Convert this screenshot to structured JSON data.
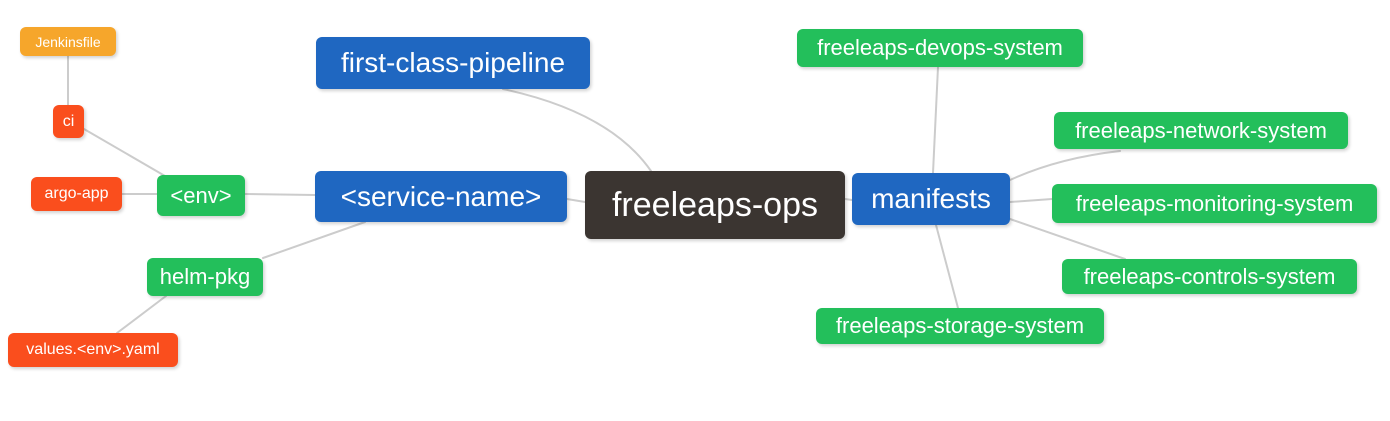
{
  "diagram": {
    "palette": {
      "level0": "#3b3531",
      "level1": "#1f67c1",
      "level2": "#23bf5b",
      "level3": "#fa4e1d",
      "level4": "#f6a62b",
      "edge": "#cccccc",
      "text": "#ffffff",
      "background": "#ffffff"
    },
    "root_label": "freeleaps-ops",
    "nodes": [
      {
        "id": "freeleaps-ops",
        "label": "freeleaps-ops",
        "level": 0
      },
      {
        "id": "first-class-pipeline",
        "label": "first-class-pipeline",
        "level": 1
      },
      {
        "id": "service-name",
        "label": "<service-name>",
        "level": 1
      },
      {
        "id": "manifests",
        "label": "manifests",
        "level": 1
      },
      {
        "id": "env",
        "label": "<env>",
        "level": 2
      },
      {
        "id": "helm-pkg",
        "label": "helm-pkg",
        "level": 2
      },
      {
        "id": "ci",
        "label": "ci",
        "level": 3
      },
      {
        "id": "argo-app",
        "label": "argo-app",
        "level": 3
      },
      {
        "id": "values-env-yaml",
        "label": "values.<env>.yaml",
        "level": 3
      },
      {
        "id": "jenkinsfile",
        "label": "Jenkinsfile",
        "level": 4
      },
      {
        "id": "freeleaps-devops-system",
        "label": "freeleaps-devops-system",
        "level": 2
      },
      {
        "id": "freeleaps-network-system",
        "label": "freeleaps-network-system",
        "level": 2
      },
      {
        "id": "freeleaps-monitoring-system",
        "label": "freeleaps-monitoring-system",
        "level": 2
      },
      {
        "id": "freeleaps-controls-system",
        "label": "freeleaps-controls-system",
        "level": 2
      },
      {
        "id": "freeleaps-storage-system",
        "label": "freeleaps-storage-system",
        "level": 2
      }
    ],
    "edges": [
      [
        "jenkinsfile",
        "ci"
      ],
      [
        "ci",
        "env"
      ],
      [
        "argo-app",
        "env"
      ],
      [
        "env",
        "service-name"
      ],
      [
        "service-name",
        "helm-pkg"
      ],
      [
        "helm-pkg",
        "values-env-yaml"
      ],
      [
        "first-class-pipeline",
        "freeleaps-ops"
      ],
      [
        "service-name",
        "freeleaps-ops"
      ],
      [
        "freeleaps-ops",
        "manifests"
      ],
      [
        "manifests",
        "freeleaps-devops-system"
      ],
      [
        "manifests",
        "freeleaps-network-system"
      ],
      [
        "manifests",
        "freeleaps-monitoring-system"
      ],
      [
        "manifests",
        "freeleaps-controls-system"
      ],
      [
        "manifests",
        "freeleaps-storage-system"
      ]
    ]
  }
}
